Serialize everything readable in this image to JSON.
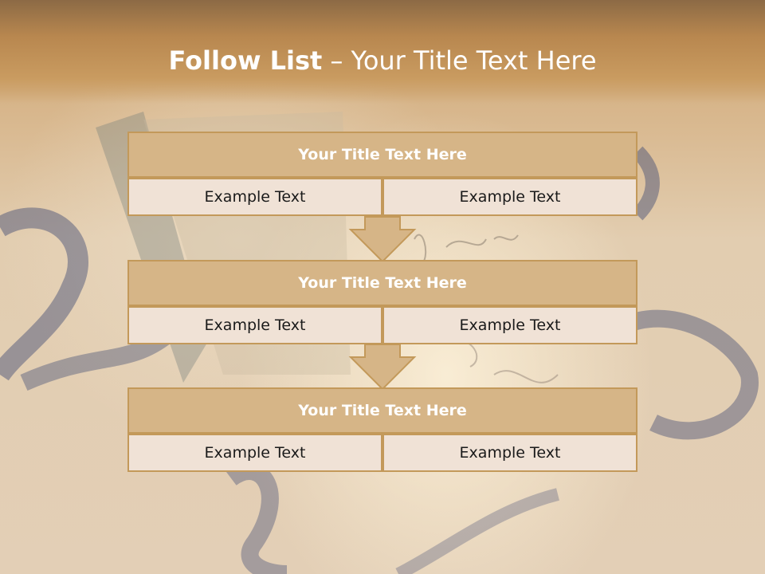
{
  "slide": {
    "title_bold": "Follow List",
    "title_rest": "– Your Title Text Here"
  },
  "steps": [
    {
      "title": "Your Title Text Here",
      "left": "Example Text",
      "right": "Example Text"
    },
    {
      "title": "Your Title Text Here",
      "left": "Example Text",
      "right": "Example Text"
    },
    {
      "title": "Your Title Text Here",
      "left": "Example Text",
      "right": "Example Text"
    }
  ],
  "colors": {
    "header_band": "#c49a62",
    "box_header": "#d6b587",
    "box_border": "#c3995a",
    "cell_fill": "#f0e2d6",
    "arrow_fill": "#d6b587"
  }
}
